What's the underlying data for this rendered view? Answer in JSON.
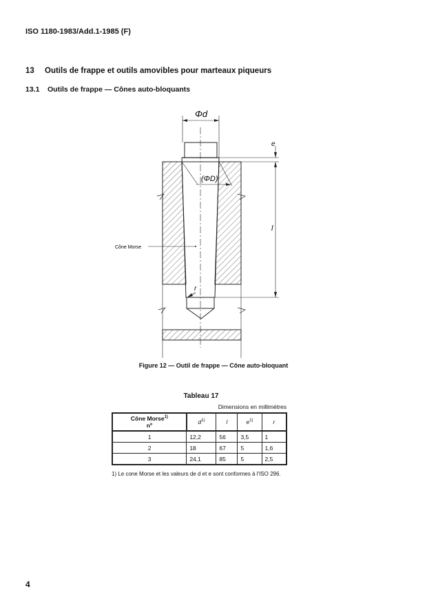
{
  "header": {
    "doc_id": "ISO 1180-1983/Add.1-1985 (F)"
  },
  "section": {
    "number": "13",
    "title": "Outils de frappe et outils amovibles pour marteaux piqueurs"
  },
  "subsection": {
    "number": "13.1",
    "title": "Outils de frappe — Cônes auto-bloquants"
  },
  "figure": {
    "labels": {
      "phi_d": "Φd",
      "phi_D": "(ΦD)",
      "e": "e",
      "l": "l",
      "r": "r",
      "cone": "Cône Morse"
    },
    "caption": "Figure 12 — Outil de frappe — Cône auto-bloquant"
  },
  "table": {
    "title": "Tableau 17",
    "units": "Dimensions en millimètres",
    "headers": {
      "cone": "Cône Morse",
      "cone_sup": "1)",
      "cone_n": "nº",
      "d": "d",
      "d_sup": "1)",
      "l": "l",
      "e": "e",
      "e_sup": "1)",
      "r": "r"
    },
    "rows": [
      [
        "1",
        "12,2",
        "56",
        "3,5",
        "1"
      ],
      [
        "2",
        "18",
        "67",
        "5",
        "1,6"
      ],
      [
        "3",
        "24,1",
        "85",
        "5",
        "2,5"
      ]
    ],
    "footnote": "1)   Le cone Morse et les valeurs de d et e sont conformes à l'ISO 296."
  },
  "page_number": "4"
}
